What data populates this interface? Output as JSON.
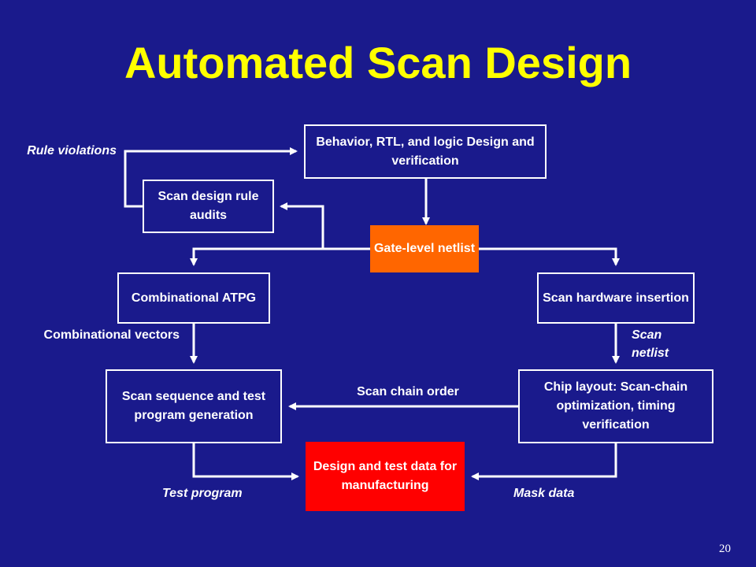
{
  "title": "Automated Scan Design",
  "page_number": "20",
  "boxes": {
    "behavior": "Behavior, RTL, and logic Design and verification",
    "audits": "Scan design rule audits",
    "netlist": "Gate-level netlist",
    "atpg": "Combinational ATPG",
    "insertion": "Scan hardware insertion",
    "sequence": "Scan sequence and test program generation",
    "layout": "Chip layout: Scan-chain optimization, timing verification",
    "manufacturing": "Design and test data for manufacturing"
  },
  "labels": {
    "rule_violations": "Rule violations",
    "comb_vectors": "Combinational vectors",
    "scan_netlist": "Scan netlist",
    "scan_chain_order": "Scan chain order",
    "test_program": "Test program",
    "mask_data": "Mask data"
  },
  "colors": {
    "background": "#1a1a8c",
    "title": "#ffff00",
    "netlist_box": "#ff6600",
    "manufacturing_box": "#ff0000",
    "lines": "#ffffff"
  }
}
